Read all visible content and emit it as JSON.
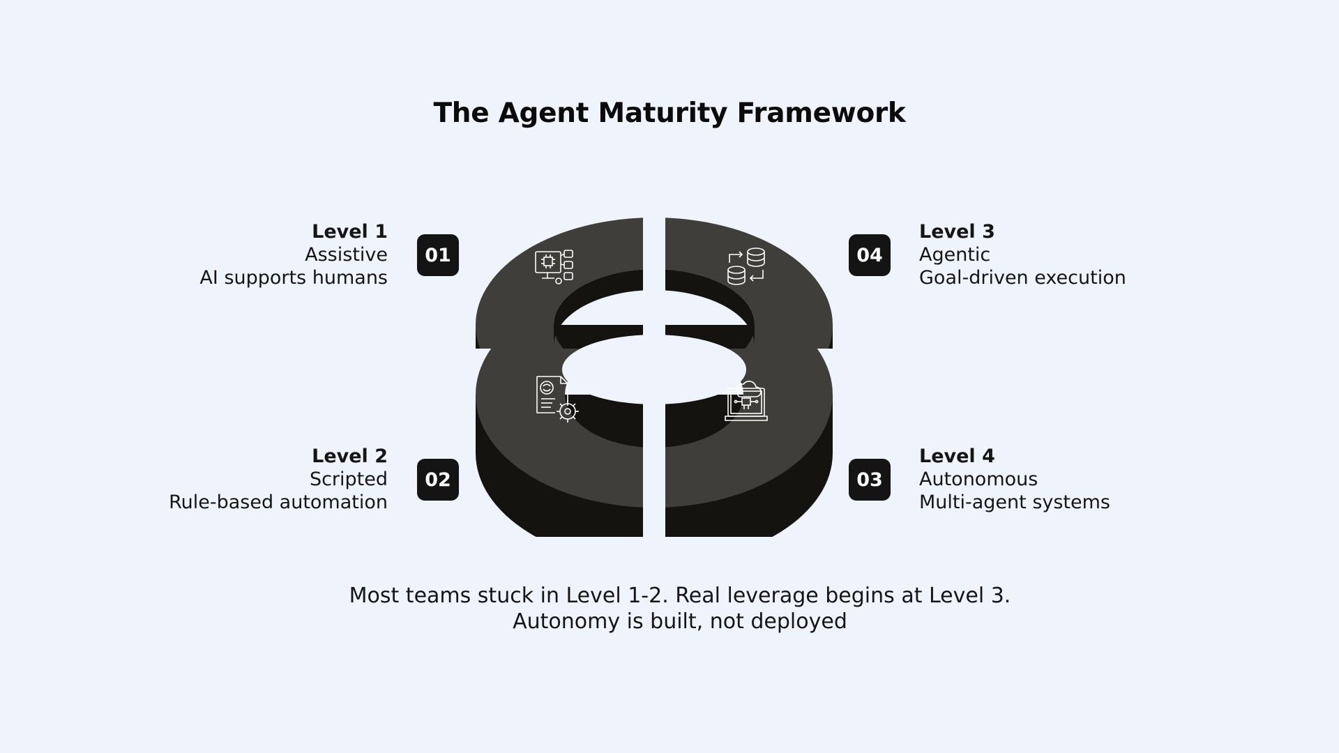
{
  "title": "The Agent Maturity Framework",
  "colors": {
    "background": "#eff3fb",
    "segment_top": "#403e3b",
    "segment_side": "#15130f",
    "badge": "#141414"
  },
  "levels": [
    {
      "badge": "01",
      "name": "Level 1",
      "stage": "Assistive",
      "description": "AI supports humans",
      "icon": "computer-chip-icon"
    },
    {
      "badge": "02",
      "name": "Level 2",
      "stage": "Scripted",
      "description": "Rule-based automation",
      "icon": "document-gear-icon"
    },
    {
      "badge": "03",
      "name": "Level 4",
      "stage": "Autonomous",
      "description": "Multi-agent systems",
      "icon": "cloud-laptop-icon"
    },
    {
      "badge": "04",
      "name": "Level 3",
      "stage": "Agentic",
      "description": "Goal-driven execution",
      "icon": "database-sync-icon"
    }
  ],
  "footer": {
    "line1": "Most teams stuck in Level 1-2. Real leverage begins at Level 3.",
    "line2": "Autonomy is built, not deployed"
  }
}
